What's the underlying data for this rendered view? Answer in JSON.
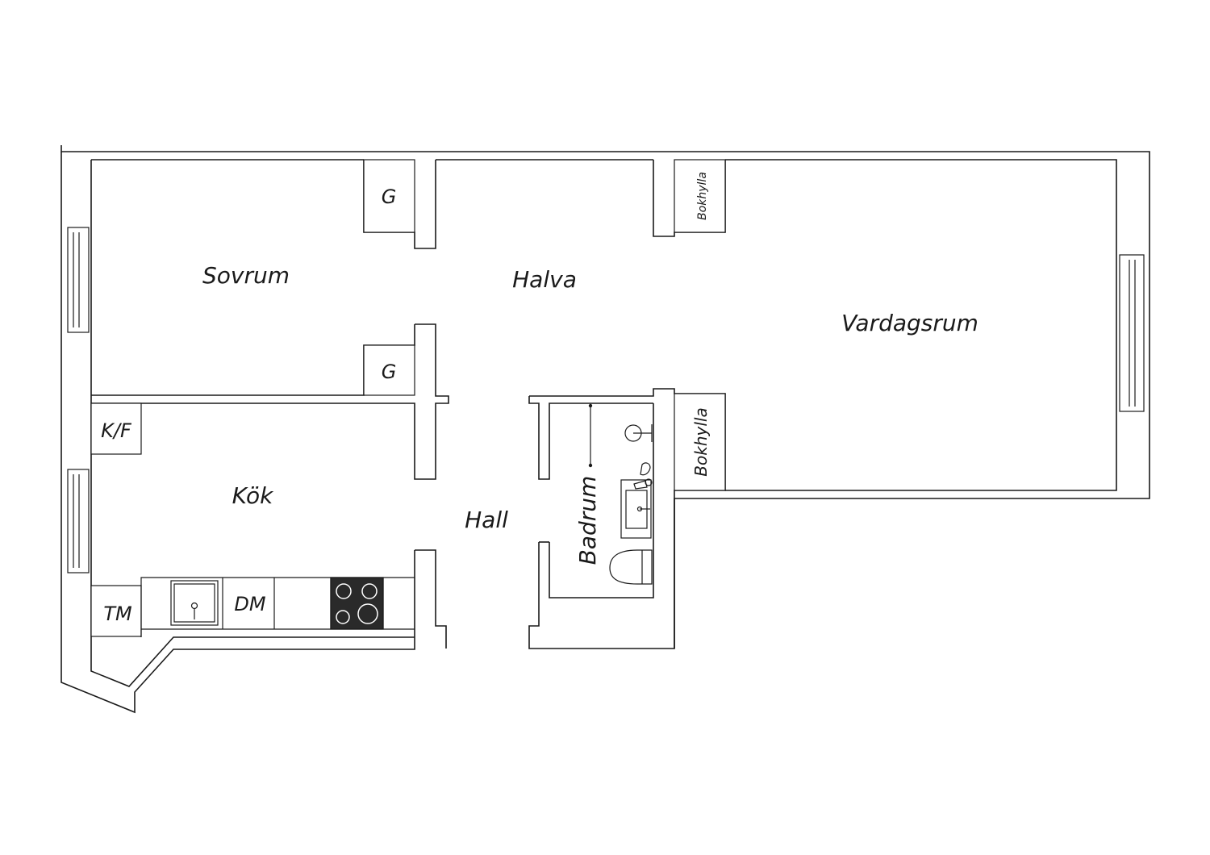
{
  "rooms": {
    "sovrum": "Sovrum",
    "halva": "Halva",
    "vardagsrum": "Vardagsrum",
    "kok": "Kök",
    "hall": "Hall",
    "badrum": "Badrum"
  },
  "fixtures": {
    "wardrobe_top": "G",
    "wardrobe_bottom": "G",
    "bookshelf_top": "Bokhylla",
    "bookshelf_bottom": "Bokhylla",
    "fridge_freezer": "K/F",
    "dishwasher": "DM",
    "washing_machine": "TM"
  }
}
